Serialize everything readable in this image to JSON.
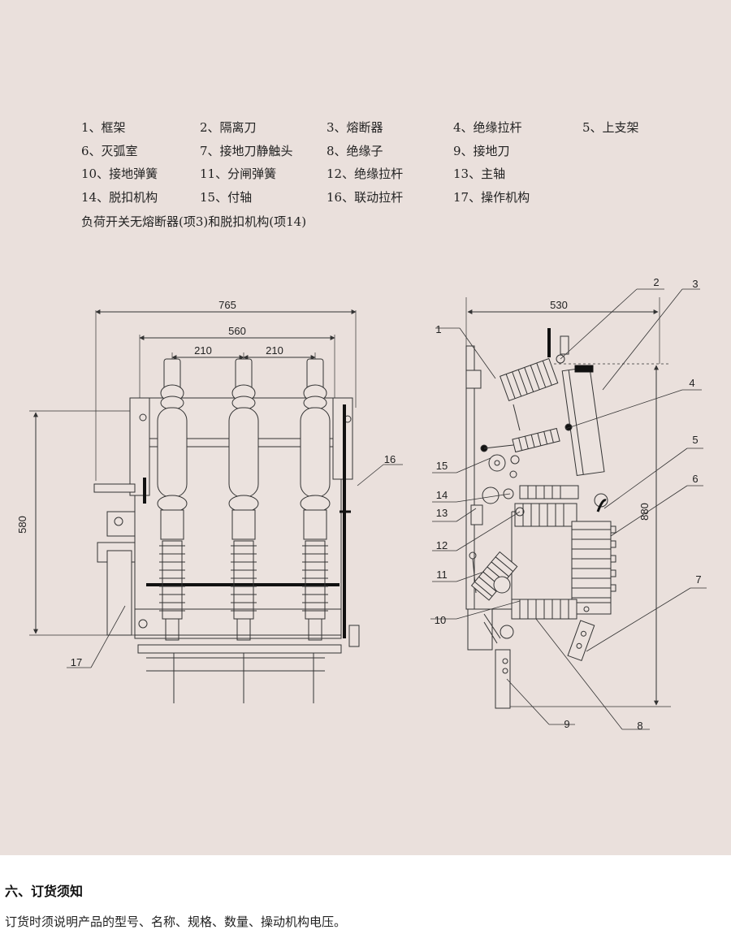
{
  "parts": [
    [
      "1、框架",
      "2、隔离刀",
      "3、熔断器",
      "4、绝缘拉杆",
      "5、上支架"
    ],
    [
      "6、灭弧室",
      "7、接地刀静触头",
      "8、绝缘子",
      "9、接地刀",
      ""
    ],
    [
      "10、接地弹簧",
      "11、分闸弹簧",
      "12、绝缘拉杆",
      "13、主轴",
      ""
    ],
    [
      "14、脱扣机构",
      "15、付轴",
      "16、联动拉杆",
      "17、操作机构",
      ""
    ]
  ],
  "parts_note": "负荷开关无熔断器(项3)和脱扣机构(项14)",
  "front_view": {
    "dim_overall_width": "765",
    "dim_pole_span": "560",
    "dim_pole_pitch_left": "210",
    "dim_pole_pitch_right": "210",
    "dim_height": "580",
    "callouts": [
      "16",
      "17"
    ]
  },
  "side_view": {
    "dim_depth": "530",
    "dim_height": "880",
    "callouts": [
      "1",
      "2",
      "3",
      "4",
      "5",
      "6",
      "7",
      "8",
      "9",
      "10",
      "11",
      "12",
      "13",
      "14",
      "15"
    ]
  },
  "section": {
    "title": "六、订货须知",
    "body": "订货时须说明产品的型号、名称、规格、数量、操动机构电压。"
  },
  "colors": {
    "panel_bg": "#eae0dc",
    "line": "#333333"
  }
}
